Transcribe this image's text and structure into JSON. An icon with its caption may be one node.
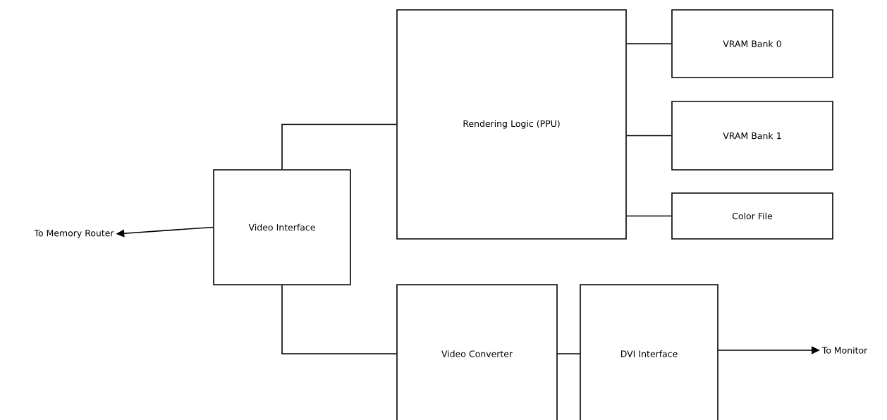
{
  "diagram": {
    "nodes": [
      {
        "text": [
          "Rendering Logic (PPU)"
        ]
      },
      {
        "text": [
          "VRAM Bank 0"
        ]
      },
      {
        "text": [
          "VRAM Bank 1"
        ]
      },
      {
        "text": [
          "Color File"
        ]
      },
      {
        "text": [
          "Video Interface"
        ]
      },
      {
        "text": [
          "Video Converter"
        ]
      },
      {
        "text": [
          "DVI Interface"
        ]
      },
      {
        "text": [
          "To Memory Router"
        ]
      },
      {
        "text": [
          "To Monitor"
        ]
      }
    ],
    "edges": [
      {
        "from": 4,
        "to": 0,
        "arrow": "none"
      },
      {
        "from": 0,
        "to": 1,
        "arrow": "none"
      },
      {
        "from": 0,
        "to": 2,
        "arrow": "none"
      },
      {
        "from": 0,
        "to": 3,
        "arrow": "none"
      },
      {
        "from": 4,
        "to": 7,
        "arrow": "to"
      },
      {
        "from": 4,
        "to": 5,
        "arrow": "none"
      },
      {
        "from": 5,
        "to": 6,
        "arrow": "none"
      },
      {
        "from": 6,
        "to": 8,
        "arrow": "to"
      }
    ]
  }
}
